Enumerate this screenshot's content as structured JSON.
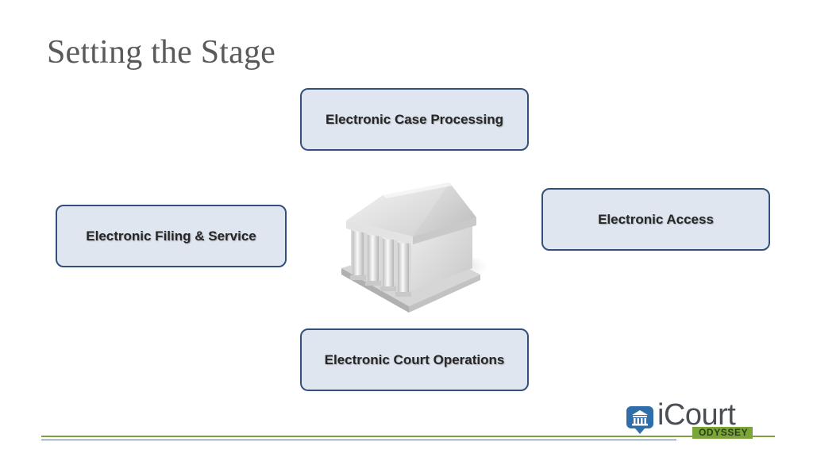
{
  "slide": {
    "title": "Setting the Stage",
    "boxes": {
      "top": "Electronic Case Processing",
      "right": "Electronic Access",
      "left": "Electronic Filing & Service",
      "bottom": "Electronic Court Operations"
    },
    "center_icon": "courthouse-icon",
    "logo": {
      "word": "iCourt",
      "tagline": "ODYSSEY",
      "icon": "courthouse-badge-icon"
    }
  },
  "colors": {
    "box_fill": "#dfe6ef",
    "box_border": "#33507a",
    "title": "#5a5a5a",
    "footer_green": "#7fa040",
    "footer_blue": "#5c6f94",
    "logo_green": "#79a637"
  }
}
